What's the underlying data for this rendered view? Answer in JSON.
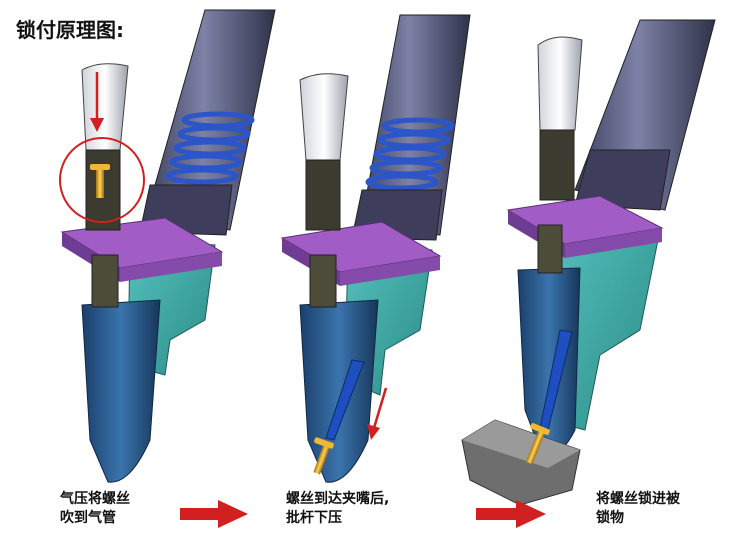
{
  "title": "锁付原理图:",
  "steps": [
    {
      "line1": "气压将螺丝",
      "line2": "吹到气管"
    },
    {
      "line1": "螺丝到达夹嘴后,",
      "line2": "批杆下压"
    },
    {
      "line1": "将螺丝锁进被",
      "line2": "锁物"
    }
  ],
  "colors": {
    "hose": "#5f6488",
    "purple_plate": "#a25cc6",
    "teal_body": "#3aa8a4",
    "blue_jaw": "#2a5f96",
    "screw": "#e0a21a",
    "arrow": "#d21f1f"
  }
}
